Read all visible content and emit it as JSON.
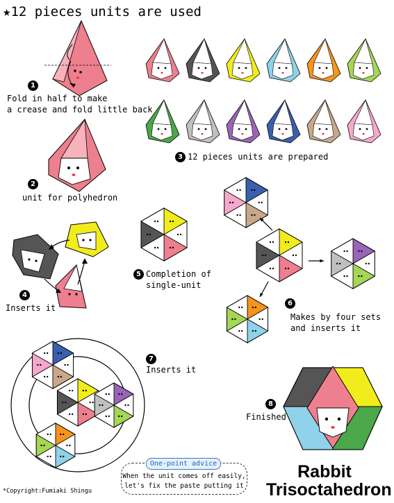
{
  "title": "★12 pieces units are used",
  "steps": [
    {
      "num": "1",
      "text": [
        "Fold in half to make",
        "a crease and fold little back"
      ]
    },
    {
      "num": "2",
      "text": [
        "unit for polyhedron"
      ]
    },
    {
      "num": "3",
      "text": [
        "12 pieces units are prepared"
      ]
    },
    {
      "num": "4",
      "text": [
        "Inserts it"
      ]
    },
    {
      "num": "5",
      "text": [
        "Completion of",
        "single-unit"
      ]
    },
    {
      "num": "6",
      "text": [
        "Makes by four sets",
        "and inserts it"
      ]
    },
    {
      "num": "7",
      "text": [
        "Inserts it"
      ]
    },
    {
      "num": "8",
      "text": [
        "Finished"
      ]
    }
  ],
  "unit_colors": [
    "#ee7f8e",
    "#555555",
    "#f2ec1c",
    "#8fd2ea",
    "#f7941d",
    "#a5d655",
    "#4aa84a",
    "#c0c0c0",
    "#9b64b8",
    "#3b5fae",
    "#c9a88a",
    "#f5a8cc"
  ],
  "colors": {
    "pink": "#ee7f8e",
    "yellow": "#f2ec1c",
    "gray": "#555555",
    "accent": "#3a78c3"
  },
  "advice": {
    "label": "One-point advice",
    "line1": "When the unit comes off easily,",
    "line2": "let's fix the paste putting it"
  },
  "name": {
    "line1": "Rabbit",
    "line2": "Trisoctahedron"
  },
  "copyright": "*Copyright:Fumiaki Shingu"
}
